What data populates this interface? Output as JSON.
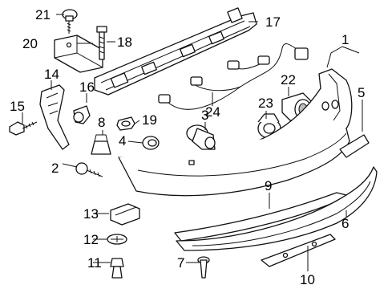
{
  "diagram": {
    "callouts": [
      {
        "id": "1",
        "label": "1"
      },
      {
        "id": "2",
        "label": "2"
      },
      {
        "id": "3",
        "label": "3"
      },
      {
        "id": "4",
        "label": "4"
      },
      {
        "id": "5",
        "label": "5"
      },
      {
        "id": "6",
        "label": "6"
      },
      {
        "id": "7",
        "label": "7"
      },
      {
        "id": "8",
        "label": "8"
      },
      {
        "id": "9",
        "label": "9"
      },
      {
        "id": "10",
        "label": "10"
      },
      {
        "id": "11",
        "label": "11"
      },
      {
        "id": "12",
        "label": "12"
      },
      {
        "id": "13",
        "label": "13"
      },
      {
        "id": "14",
        "label": "14"
      },
      {
        "id": "15",
        "label": "15"
      },
      {
        "id": "16",
        "label": "16"
      },
      {
        "id": "17",
        "label": "17"
      },
      {
        "id": "18",
        "label": "18"
      },
      {
        "id": "19",
        "label": "19"
      },
      {
        "id": "20",
        "label": "20"
      },
      {
        "id": "21",
        "label": "21"
      },
      {
        "id": "22",
        "label": "22"
      },
      {
        "id": "23",
        "label": "23"
      },
      {
        "id": "24",
        "label": "24"
      }
    ]
  }
}
